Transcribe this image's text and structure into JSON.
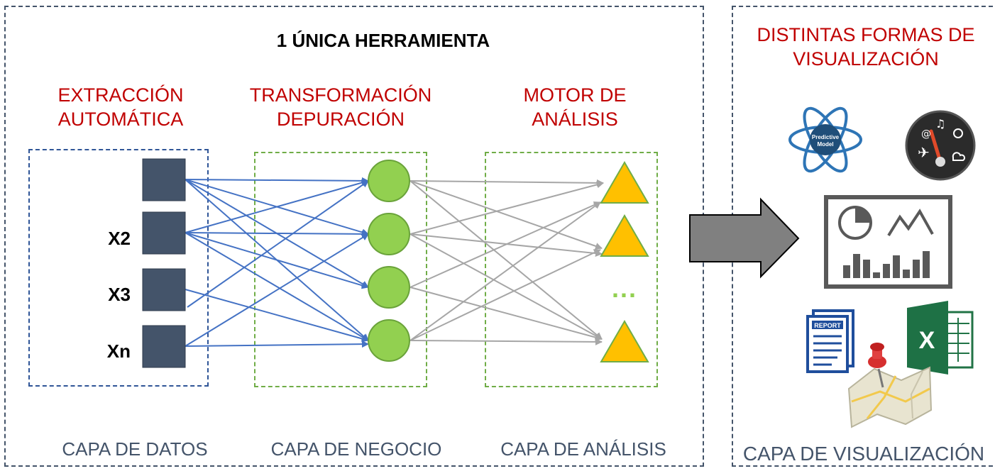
{
  "title": "1 ÚNICA HERRAMIENTA",
  "headers": {
    "extraccion_1": "EXTRACCIÓN",
    "extraccion_2": "AUTOMÁTICA",
    "transformacion_1": "TRANSFORMACIÓN",
    "transformacion_2": "DEPURACIÓN",
    "motor_1": "MOTOR DE",
    "motor_2": "ANÁLISIS",
    "visualizacion_1": "DISTINTAS FORMAS DE",
    "visualizacion_2": "VISUALIZACIÓN"
  },
  "inputs": [
    "X2",
    "X3",
    "Xn"
  ],
  "ellipsis": "...",
  "footers": {
    "datos": "CAPA DE DATOS",
    "negocio": "CAPA DE NEGOCIO",
    "analisis": "CAPA DE ANÁLISIS",
    "visualizacion": "CAPA DE VISUALIZACIÓN"
  },
  "icons": {
    "predictive_text_1": "Predictive",
    "predictive_text_2": "Model",
    "report_text": "REPORT",
    "excel_letter": "X"
  },
  "colors": {
    "square": "#44546a",
    "circle": "#92d050",
    "triangle": "#ffc000",
    "blue_arrow": "#4472c4",
    "gray_arrow": "#a6a6a6",
    "red_text": "#c00000"
  }
}
